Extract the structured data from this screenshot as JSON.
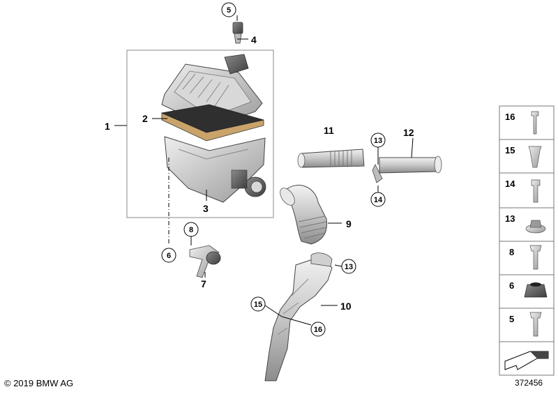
{
  "diagram": {
    "callouts": {
      "c1": "1",
      "c2": "2",
      "c3": "3",
      "c4": "4",
      "c5": "5",
      "c6": "6",
      "c7": "7",
      "c8": "8",
      "c9": "9",
      "c10": "10",
      "c11": "11",
      "c12": "12",
      "c13a": "13",
      "c13b": "13",
      "c14": "14",
      "c15": "15",
      "c16": "16"
    },
    "legend": [
      "16",
      "15",
      "14",
      "13",
      "8",
      "6",
      "5"
    ],
    "copyright": "© 2019 BMW AG",
    "diagram_id": "372456",
    "colors": {
      "line": "#000000",
      "part_light": "#d6d6d6",
      "part_mid": "#a8a8a8",
      "part_dark": "#5a5a5a",
      "box": "#888888"
    }
  }
}
